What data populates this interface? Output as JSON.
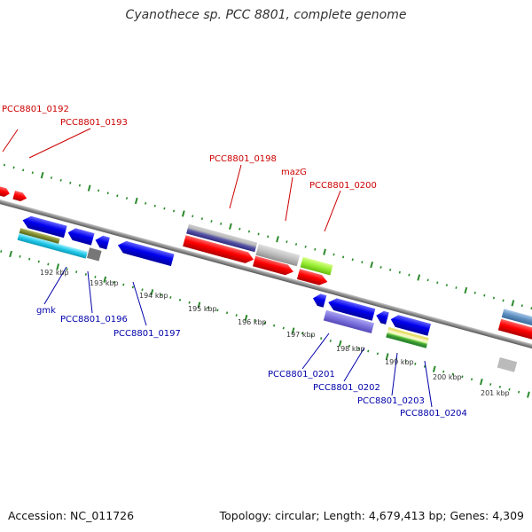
{
  "title": "Cyanothece sp. PCC 8801, complete genome",
  "footer": {
    "accession": "Accession: NC_011726",
    "summary": "Topology: circular; Length: 4,679,413 bp; Genes: 4,309"
  },
  "colors": {
    "backbone": "#8a8a8a",
    "tick": "#2b8a2b",
    "top_label": "#cc0000",
    "bottom_label": "#0000aa",
    "kbp_label": "#333333"
  },
  "kbp_labels": [
    "192 kbp",
    "193 kbp",
    "194 kbp",
    "195 kbp",
    "196 kbp",
    "197 kbp",
    "198 kbp",
    "199 kbp",
    "200 kbp",
    "201 kbp"
  ],
  "top_gene_labels": [
    "PCC8801_0192",
    "PCC8801_0193",
    "PCC8801_0198",
    "mazG",
    "PCC8801_0200"
  ],
  "bottom_gene_labels": [
    "gmk",
    "PCC8801_0196",
    "PCC8801_0197",
    "PCC8801_0201",
    "PCC8801_0202",
    "PCC8801_0203",
    "PCC8801_0204"
  ]
}
